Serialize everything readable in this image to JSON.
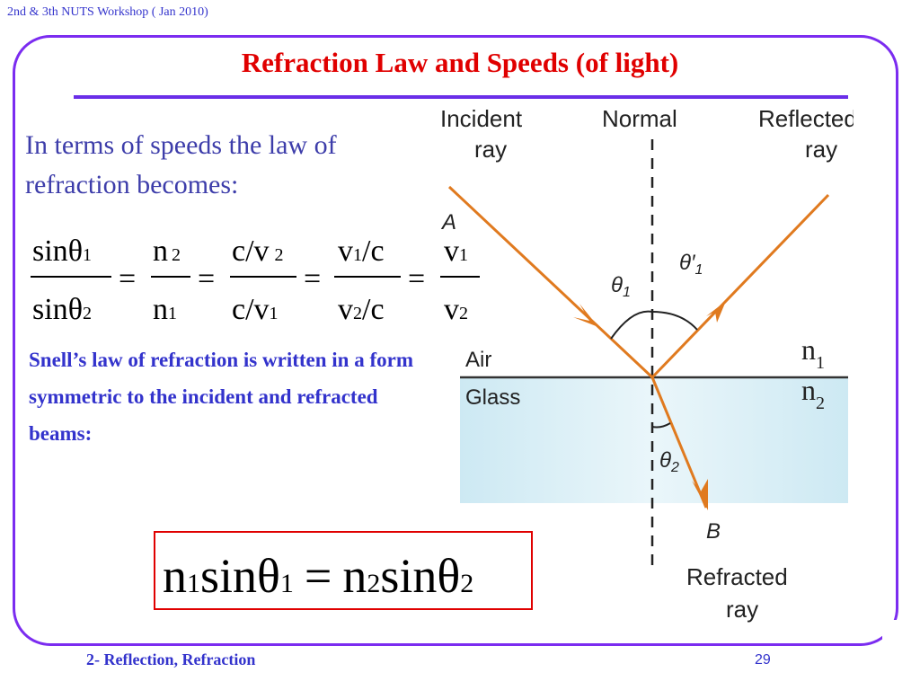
{
  "header": {
    "note": "2nd & 3th NUTS Workshop ( Jan 2010)"
  },
  "slide": {
    "title": "Refraction Law and Speeds (of  light)",
    "intro": "In terms of  speeds the law of  refraction becomes:",
    "snell_text": "Snell’s law of  refraction is written in a form symmetric to the incident and refracted beams:"
  },
  "equation1": {
    "t1_num": "sin",
    "t1_num_sym": "θ",
    "t1_num_sub": "1",
    "t1_den": "sin",
    "t1_den_sym": "θ",
    "t1_den_sub": "2",
    "t2_num": "n",
    "t2_num_sub": "2",
    "t2_den": "n",
    "t2_den_sub": "1",
    "t3_num": "c/v",
    "t3_num_sub": "2",
    "t3_den": "c/v",
    "t3_den_sub": "1",
    "t4_num_v": "v",
    "t4_num_sub": "1",
    "t4_num_tail": "/c",
    "t4_den_v": "v",
    "t4_den_sub": "2",
    "t4_den_tail": "/c",
    "t5_num": "v",
    "t5_num_sub": "1",
    "t5_den": "v",
    "t5_den_sub": "2",
    "equals": "="
  },
  "equation2": {
    "n": "n",
    "n1_sub": "1",
    "sin": "sin",
    "theta": "θ",
    "theta1_sub": "1",
    "equals": "=",
    "n2_sub": "2",
    "theta2_sub": "2"
  },
  "diagram": {
    "incident_label_1": "Incident",
    "incident_label_2": "ray",
    "normal_label": "Normal",
    "reflected_label_1": "Reflected",
    "reflected_label_2": "ray",
    "refracted_label_1": "Refracted",
    "refracted_label_2": "ray",
    "point_a": "A",
    "point_b": "B",
    "theta1": "θ",
    "theta1_sub": "1",
    "theta1p": "θ′",
    "theta1p_sub": "1",
    "theta2": "θ",
    "theta2_sub": "2",
    "air": "Air",
    "glass": "Glass",
    "n1": "n",
    "n1_sub": "1",
    "n2": "n",
    "n2_sub": "2",
    "ray_color": "#e07a1f",
    "glass_color": "#cde9f3"
  },
  "footer": {
    "section": "2- Reflection, Refraction",
    "page": "29"
  }
}
